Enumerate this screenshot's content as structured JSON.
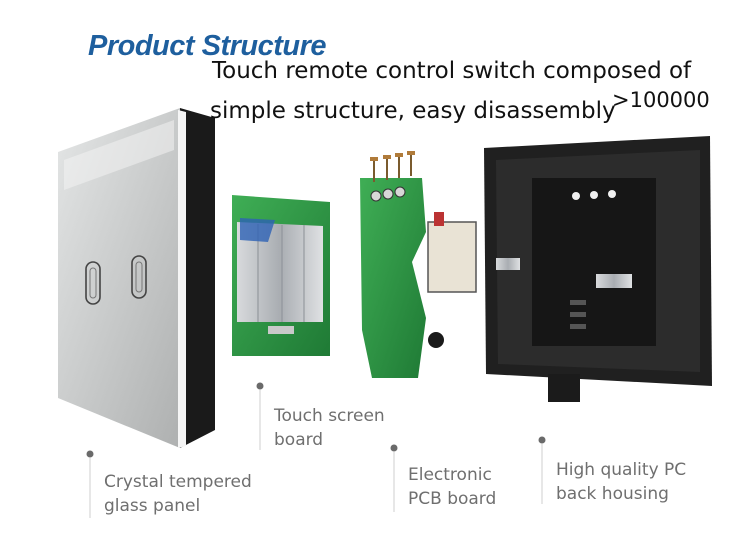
{
  "header": {
    "title": "Product Structure",
    "description_line1": "Touch remote control switch composed of",
    "description_line2": "simple structure, easy disassembly",
    "lifetime_count": ">100000"
  },
  "components": [
    {
      "line1": "Crystal tempered",
      "line2": "glass panel",
      "icon": "glass-panel"
    },
    {
      "line1": "Touch screen",
      "line2": "board",
      "icon": "touch-board"
    },
    {
      "line1": "Electronic",
      "line2": "PCB board",
      "icon": "pcb-board"
    },
    {
      "line1": "High quality PC",
      "line2": "back housing",
      "icon": "back-housing"
    }
  ]
}
